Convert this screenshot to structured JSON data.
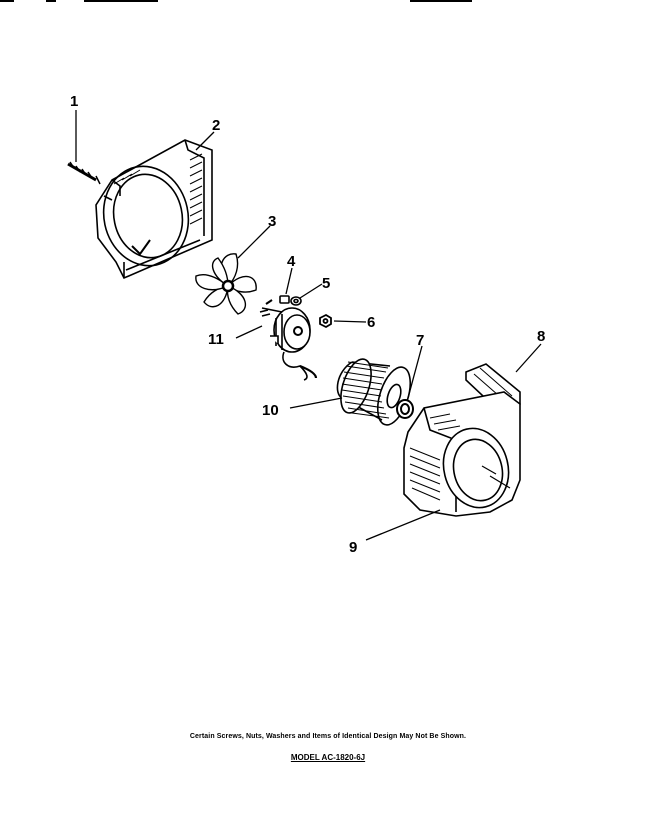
{
  "callouts": [
    {
      "id": "1",
      "text": "1"
    },
    {
      "id": "2",
      "text": "2"
    },
    {
      "id": "3",
      "text": "3"
    },
    {
      "id": "4",
      "text": "4"
    },
    {
      "id": "5",
      "text": "5"
    },
    {
      "id": "6",
      "text": "6"
    },
    {
      "id": "7",
      "text": "7"
    },
    {
      "id": "8",
      "text": "8"
    },
    {
      "id": "9",
      "text": "9"
    },
    {
      "id": "10",
      "text": "10"
    },
    {
      "id": "11",
      "text": "11"
    }
  ],
  "footer": {
    "disclaimer": "Certain Screws, Nuts, Washers and Items of Identical Design May Not Be Shown.",
    "model": "MODEL AC-1820-6J"
  }
}
